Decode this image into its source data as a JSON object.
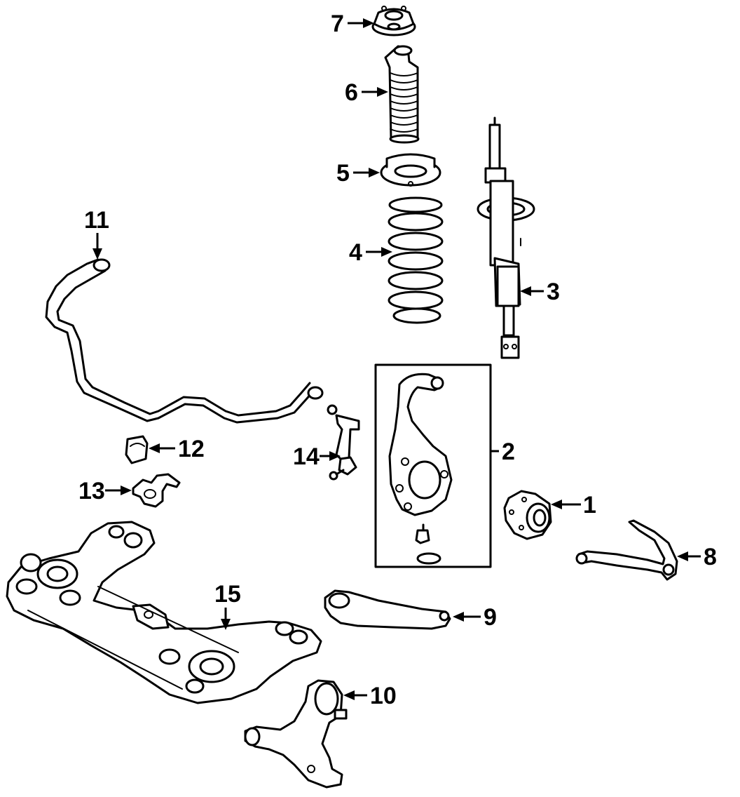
{
  "callouts": {
    "p1": "1",
    "p2": "2",
    "p3": "3",
    "p4": "4",
    "p5": "5",
    "p6": "6",
    "p7": "7",
    "p8": "8",
    "p9": "9",
    "p10": "10",
    "p11": "11",
    "p12": "12",
    "p13": "13",
    "p14": "14",
    "p15": "15"
  },
  "colors": {
    "ink": "#000000",
    "paper": "#ffffff"
  }
}
